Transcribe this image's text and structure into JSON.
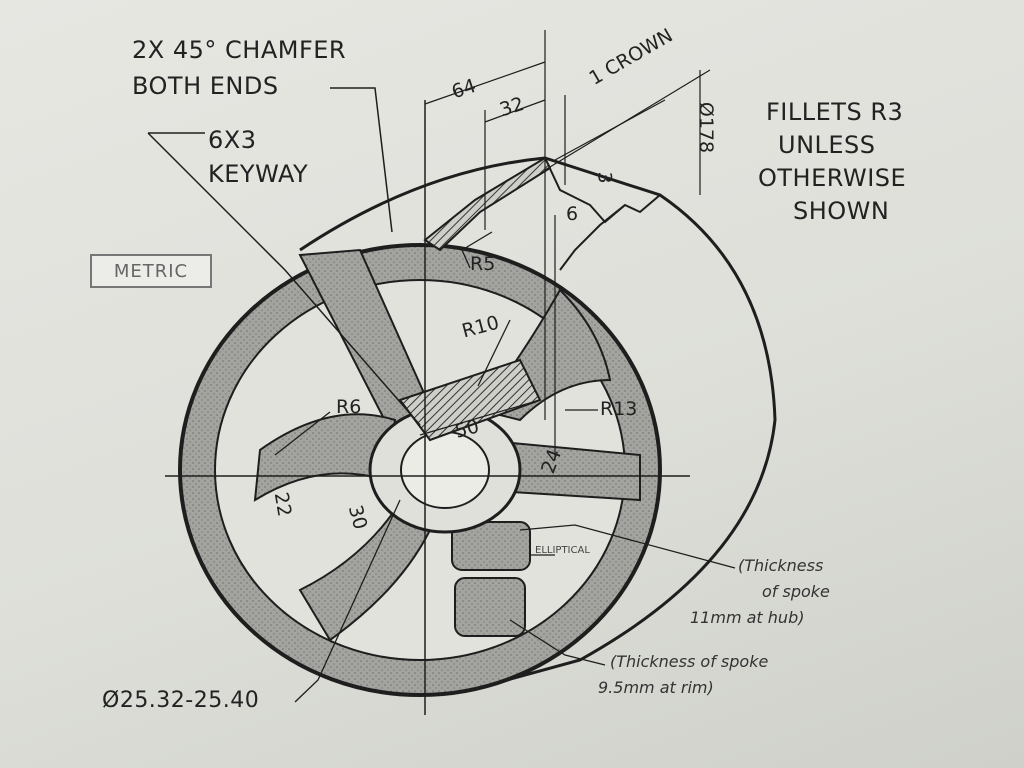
{
  "notes": {
    "chamfer": [
      "2X 45° CHAMFER",
      "BOTH ENDS"
    ],
    "keyway": [
      "6X3",
      "KEYWAY"
    ],
    "fillets": [
      "FILLETS R3",
      "UNLESS",
      "OTHERWISE",
      "SHOWN"
    ],
    "metric": "METRIC",
    "spoke_hub": [
      "(Thickness",
      "of spoke",
      "11mm at hub)"
    ],
    "spoke_rim": [
      "(Thickness of spoke",
      "9.5mm at rim)"
    ],
    "bore": "Ø25.32-25.40",
    "elliptical": "ELLIPTICAL"
  },
  "dimensions": {
    "d64": "64",
    "d32": "32",
    "crown": "1 CROWN",
    "d3": "3",
    "d178": "Ø178",
    "d6": "6",
    "r5": "R5",
    "r10": "R10",
    "r6": "R6",
    "d50": "50",
    "r13": "R13",
    "d22": "22",
    "d30": "30",
    "d24": "24"
  },
  "colors": {
    "ink": "#1e1e1e",
    "section_fill": "#9a9a96",
    "paper": "#e4e4df"
  }
}
